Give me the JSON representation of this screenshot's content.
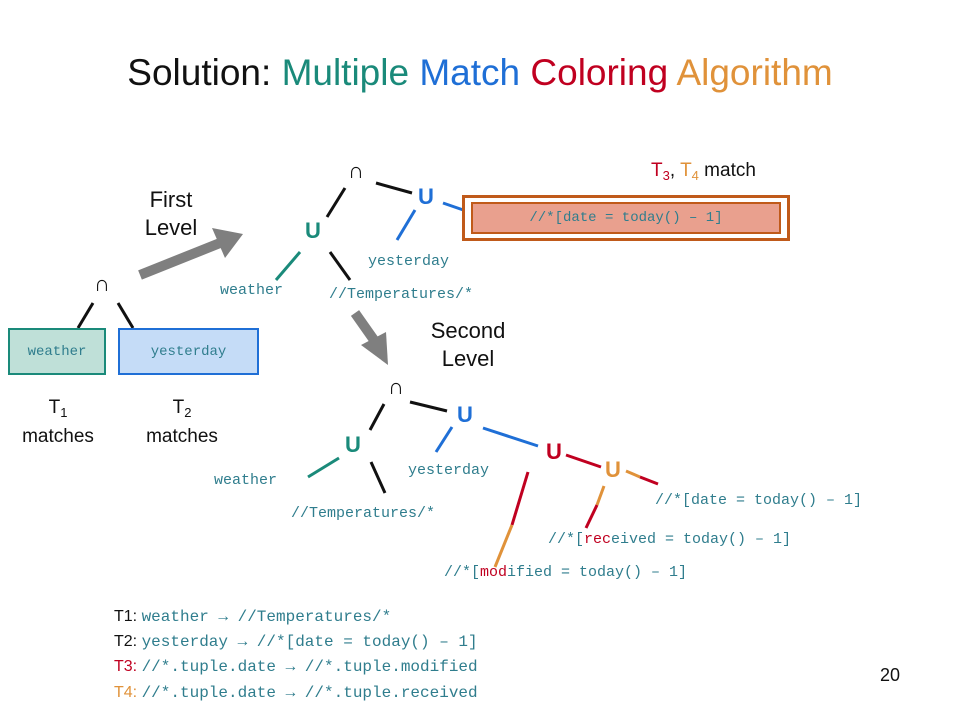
{
  "title": {
    "prefix": "Solution: ",
    "w1": "Multiple",
    "w2": "Match",
    "w3": "Coloring",
    "w4": "Algorithm"
  },
  "colors": {
    "teal": "#1a8a7a",
    "blue": "#1f6fd6",
    "red": "#c00020",
    "orange": "#e0923a",
    "label_teal": "#2f7d8d",
    "weather_fill": "#bfe0d8",
    "yesterday_fill": "#c5dcf7",
    "match_fill": "#e9a08e",
    "match_border": "#c05a1a",
    "arrow_gray": "#7f7f7f"
  },
  "ops": {
    "intersect": "∩",
    "union": "U"
  },
  "level1": {
    "left_box": "weather",
    "right_box": "yesterday",
    "t1": "T",
    "t1_sub": "1",
    "t1_text": "matches",
    "t2": "T",
    "t2_sub": "2",
    "t2_text": "matches",
    "label_line1": "First",
    "label_line2": "Level"
  },
  "level2": {
    "weather": "weather",
    "yesterday": "yesterday",
    "temperatures": "//Temperatures/*",
    "date_box": "//*[date = today() – 1]",
    "match_t3": "T",
    "match_t3_sub": "3",
    "match_sep": ", ",
    "match_t4": "T",
    "match_t4_sub": "4",
    "match_text": " match",
    "label_line1": "Second",
    "label_line2": "Level"
  },
  "level3": {
    "weather": "weather",
    "yesterday": "yesterday",
    "temperatures": "//Temperatures/*",
    "date": "//*[date = today() – 1]",
    "received_pre": "//*[",
    "received_red": "rec",
    "received_post": "eived = today() – 1]",
    "modified_pre": "//*[",
    "modified_red": "mod",
    "modified_post": "ified = today() – 1]"
  },
  "legend": [
    {
      "key": "T1:",
      "value": "weather → //Temperatures/*"
    },
    {
      "key": "T2:",
      "value": "yesterday → //*[date = today() – 1]"
    },
    {
      "key": "T3:",
      "value": "//*.tuple.date → //*.tuple.modified"
    },
    {
      "key": "T4:",
      "value": "//*.tuple.date → //*.tuple.received"
    }
  ],
  "page_number": "20"
}
